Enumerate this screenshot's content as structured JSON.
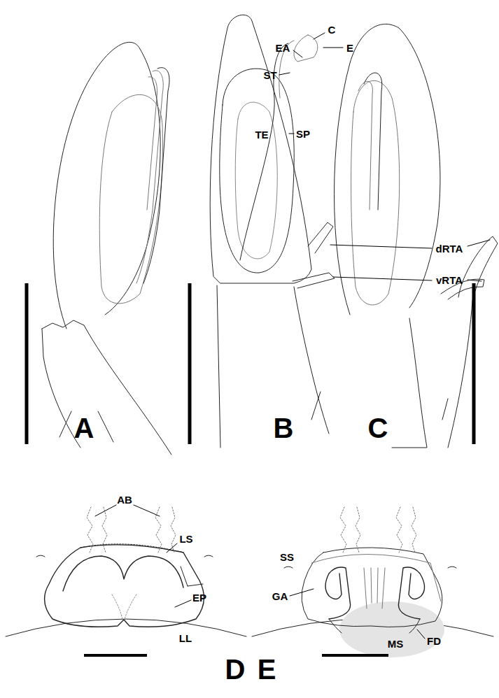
{
  "diagram": {
    "labels": [
      "C",
      "EA",
      "E",
      "ST",
      "TE",
      "SP",
      "dRTA",
      "vRTA",
      "A",
      "B",
      "C",
      "AB",
      "LS",
      "SS",
      "EP",
      "GA",
      "LL",
      "D",
      "E",
      "MS",
      "FD"
    ]
  }
}
